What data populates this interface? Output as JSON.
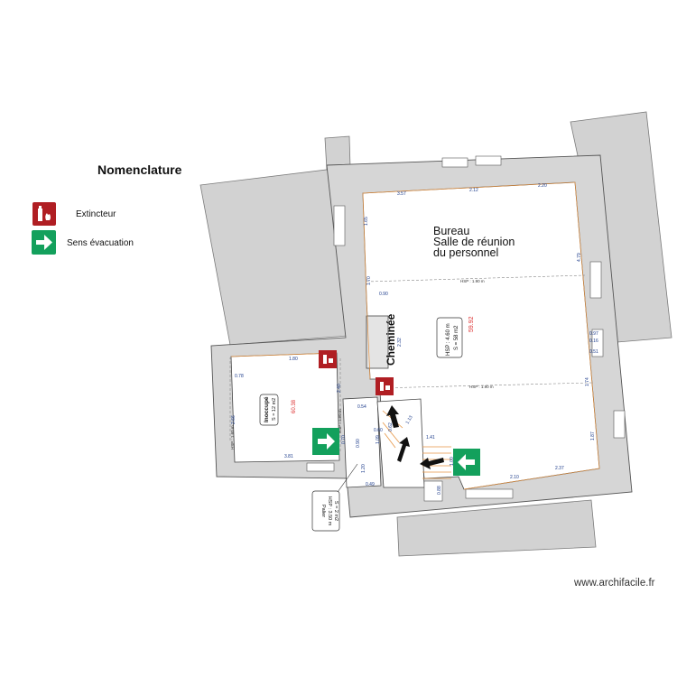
{
  "legend": {
    "title": "Nomenclature",
    "items": [
      {
        "label": "Extincteur",
        "icon": "fire-extinguisher-icon",
        "color": "#b01e23"
      },
      {
        "label": "Sens évacuation",
        "icon": "evacuation-arrow-icon",
        "color": "#13a05c"
      }
    ]
  },
  "watermark": "www.archifacile.fr",
  "rooms": {
    "bureau": {
      "line1": "Bureau",
      "line2": "Salle de réunion",
      "line3": "du personnel",
      "hsp": "HSP : 4.60 m",
      "surface": "S = 58 m2",
      "perimeter": "59.92"
    },
    "inoccupe": {
      "name": "Inoccupé",
      "surface": "S = 12 m2",
      "perimeter": "60.38"
    },
    "palier": {
      "name": "Palier",
      "hsp": "HSP : 3.50 m",
      "surface": "S = 2 m2"
    },
    "cheminee": "Cheminée"
  },
  "dimensions": {
    "d357": "3.57",
    "d212": "2.12",
    "d220": "2.20",
    "d165": "1.65",
    "d479": "4.79",
    "d170": "1.70",
    "d090": "0.90",
    "d232": "2.32",
    "d097": "0.97",
    "d016": "0.16",
    "d051": "0.51",
    "d174": "1.74",
    "d187": "1.87",
    "d210": "2.10",
    "d237": "2.37",
    "d141": "1.41",
    "d054": "0.54",
    "d060": "0.60",
    "d113": "1.13",
    "d078": "0.78",
    "d180": "1.80",
    "d266": "2.66",
    "d381": "3.81",
    "d240": "2.40",
    "d070": "0.70",
    "d120": "1.20",
    "d049": "0.49",
    "d109": "1.09",
    "d090b": "0.90",
    "d062": "0.62",
    "d100": "1.00",
    "d088": "0.88"
  },
  "hsp_lines": {
    "line1": "HSP : 1.90 m",
    "line2": "HSP : 1.90 m",
    "line3": "HSP : 1.90 m",
    "line4": "HSP : 1.60 m"
  }
}
